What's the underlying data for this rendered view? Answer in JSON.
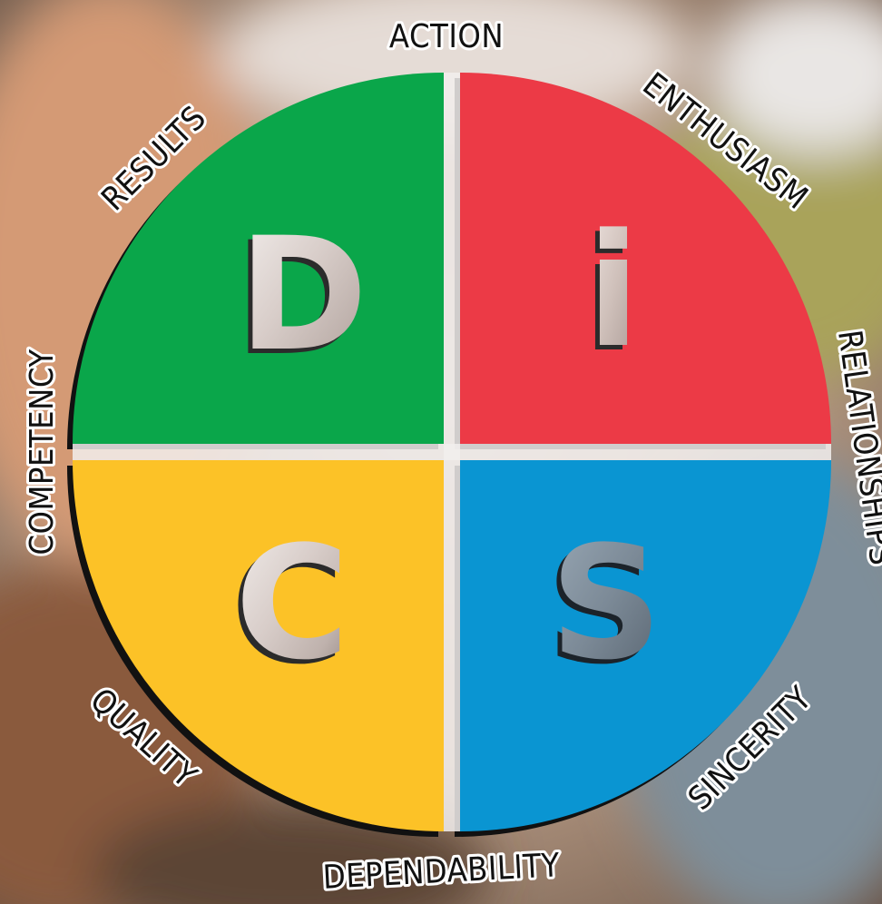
{
  "model_letters": {
    "d": "D",
    "i": "i",
    "s": "S",
    "c": "C"
  },
  "ring_words": {
    "action": "ACTION",
    "enthusiasm": "ENTHUSIASM",
    "relationships": "RELATIONSHIPS",
    "sincerity": "SINCERITY",
    "dependability": "DEPENDABILITY",
    "quality": "QUALITY",
    "competency": "COMPETENCY",
    "results": "RESULTS"
  },
  "colors": {
    "d_quadrant": "#0aa64a",
    "i_quadrant": "#ec3a46",
    "s_quadrant": "#0a95d2",
    "c_quadrant": "#fcc227"
  }
}
